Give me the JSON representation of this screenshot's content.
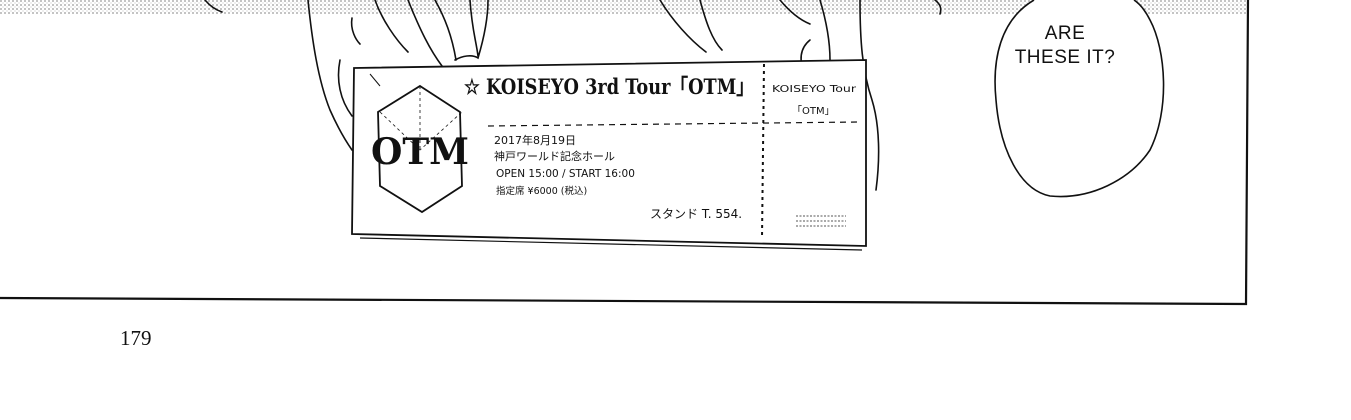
{
  "speech_bubble": {
    "line1": "ARE",
    "line2": "THESE IT?"
  },
  "ticket": {
    "title": "☆ KOISEYO 3rd Tour「OTM」",
    "emblem": "OTM",
    "date": "2017年8月19日",
    "venue": "神戸ワールド記念ホール",
    "times": "OPEN 15:00 / START 16:00",
    "seat_price": "指定席 ¥6000 (税込)",
    "seat_number": "スタンド T. 554.",
    "stub_title": "KOISEYO Tour",
    "stub_subtitle": "「OTM」"
  },
  "page_number": "179"
}
